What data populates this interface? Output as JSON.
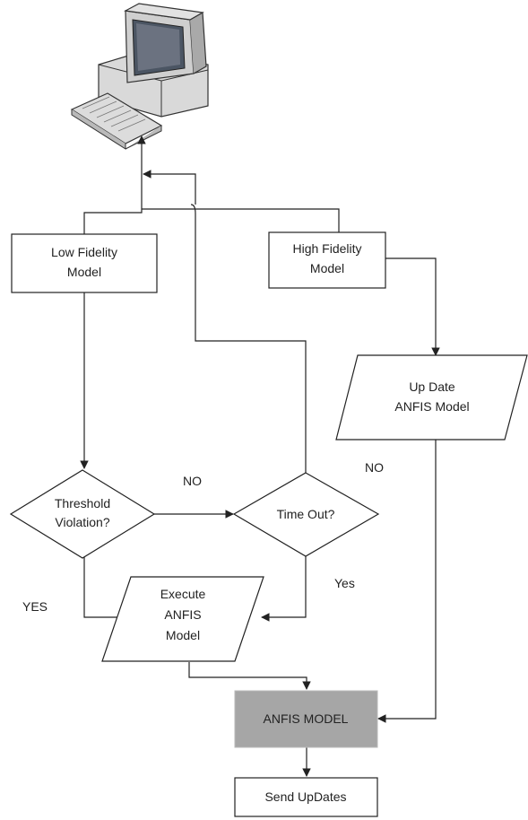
{
  "nodes": {
    "low_fidelity": [
      "Low Fidelity",
      "Model"
    ],
    "high_fidelity": [
      "High Fidelity",
      "Model"
    ],
    "update_anfis": [
      "Up Date",
      "ANFIS Model"
    ],
    "threshold": [
      "Threshold",
      "Violation?"
    ],
    "timeout": [
      "Time Out?"
    ],
    "execute_anfis": [
      "Execute",
      "ANFIS",
      "Model"
    ],
    "anfis_model": [
      "ANFIS MODEL"
    ],
    "send_updates": [
      "Send UpDates"
    ]
  },
  "edge_labels": {
    "no_threshold": "NO",
    "no_update": "NO",
    "yes_threshold": "YES",
    "yes_timeout": "Yes"
  },
  "colors": {
    "anfis_fill": "#a6a6a6",
    "line": "#222222"
  }
}
